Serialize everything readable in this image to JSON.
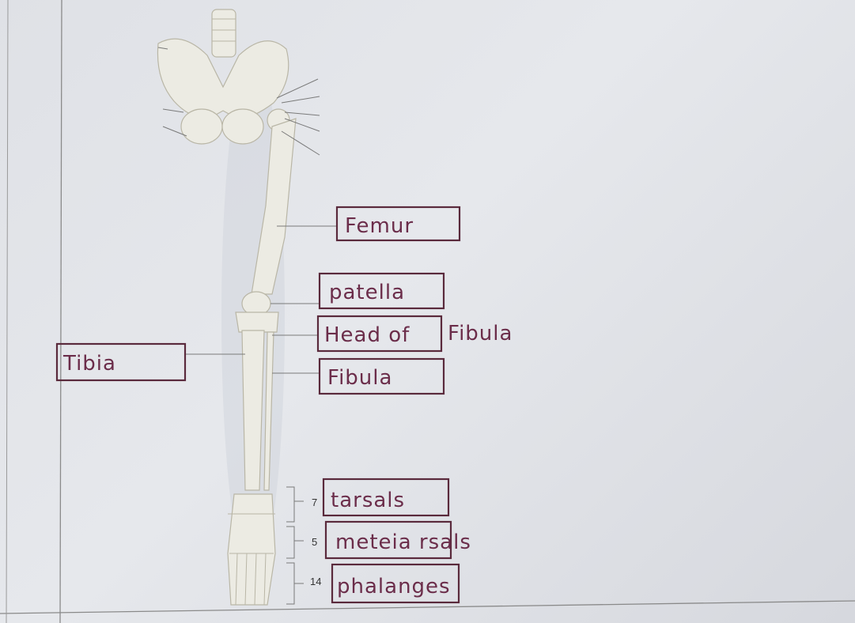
{
  "labels": {
    "femur": "Femur",
    "patella": "patella",
    "head_of_fibula_box": "Head of",
    "head_of_fibula_extra": "Fibula",
    "fibula": "Fibula",
    "tibia": "Tibia",
    "tarsals": "tarsals",
    "metatarsals": "meteia rsals",
    "phalanges": "phalanges"
  },
  "counts": {
    "tarsals": "7",
    "metatarsals": "5",
    "phalanges": "14"
  }
}
